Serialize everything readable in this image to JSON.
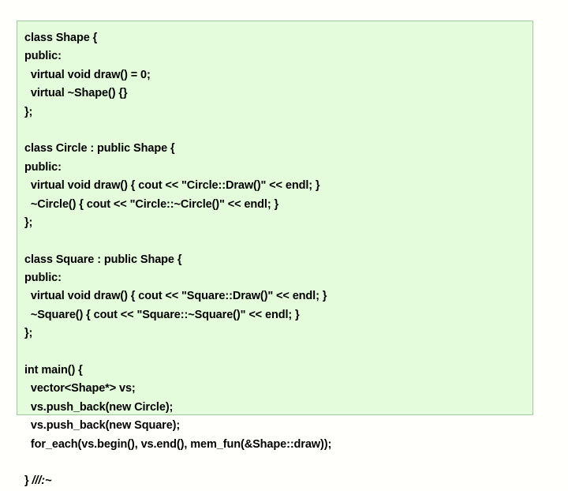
{
  "document": {
    "kind": "code-listing",
    "language": "C++",
    "colors": {
      "page_background": "#fffffc",
      "card_background": "#e4fbdc",
      "card_border": "#9ec99a",
      "text": "#000000"
    },
    "code": {
      "lines": [
        "class Shape {",
        "public:",
        "  virtual void draw() = 0;",
        "  virtual ~Shape() {}",
        "};",
        "",
        "class Circle : public Shape {",
        "public:",
        "  virtual void draw() { cout << \"Circle::Draw()\" << endl; }",
        "  ~Circle() { cout << \"Circle::~Circle()\" << endl; }",
        "};",
        "",
        "class Square : public Shape {",
        "public:",
        "  virtual void draw() { cout << \"Square::Draw()\" << endl; }",
        "  ~Square() { cout << \"Square::~Square()\" << endl; }",
        "};",
        "",
        "int main() {",
        "  vector<Shape*> vs;",
        "  vs.push_back(new Circle);",
        "  vs.push_back(new Square);",
        "  for_each(vs.begin(), vs.end(), mem_fun(&Shape::draw));",
        "",
        "} ///:~"
      ],
      "end_marker": "///:~",
      "end_brace": "} "
    }
  }
}
